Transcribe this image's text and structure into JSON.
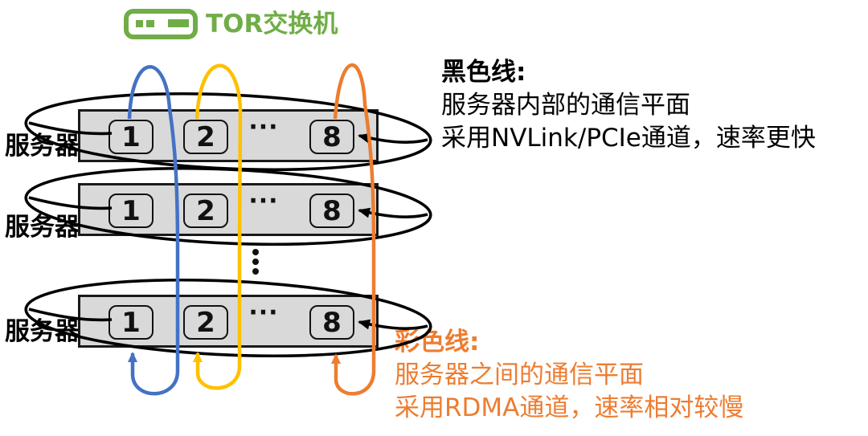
{
  "tor": {
    "label": "TOR交换机",
    "color": "#70AD47"
  },
  "servers": {
    "rows": [
      {
        "label": "服务器",
        "gpus": [
          "1",
          "2",
          "8"
        ],
        "dots": "···"
      },
      {
        "label": "服务器",
        "gpus": [
          "1",
          "2",
          "8"
        ],
        "dots": "···"
      },
      {
        "label": "服务器",
        "gpus": [
          "1",
          "2",
          "8"
        ],
        "dots": "···"
      }
    ],
    "more_rows_indicator": "⋮",
    "box_fill": "#D9D9D9"
  },
  "legend_black": {
    "heading": "黑色线:",
    "line1": "服务器内部的通信平面",
    "line2": "采用NVLink/PCIe通道，速率更快",
    "color": "#000000"
  },
  "legend_color": {
    "heading": "彩色线:",
    "line1": "服务器之间的通信平面",
    "line2": "采用RDMA通道，速率相对较慢",
    "color": "#ED7D31"
  },
  "ring_colors": {
    "gpu1_ring": "#4472C4",
    "gpu2_ring": "#FFC000",
    "gpu8_ring": "#ED7D31",
    "intra_server_ring": "#000000"
  }
}
